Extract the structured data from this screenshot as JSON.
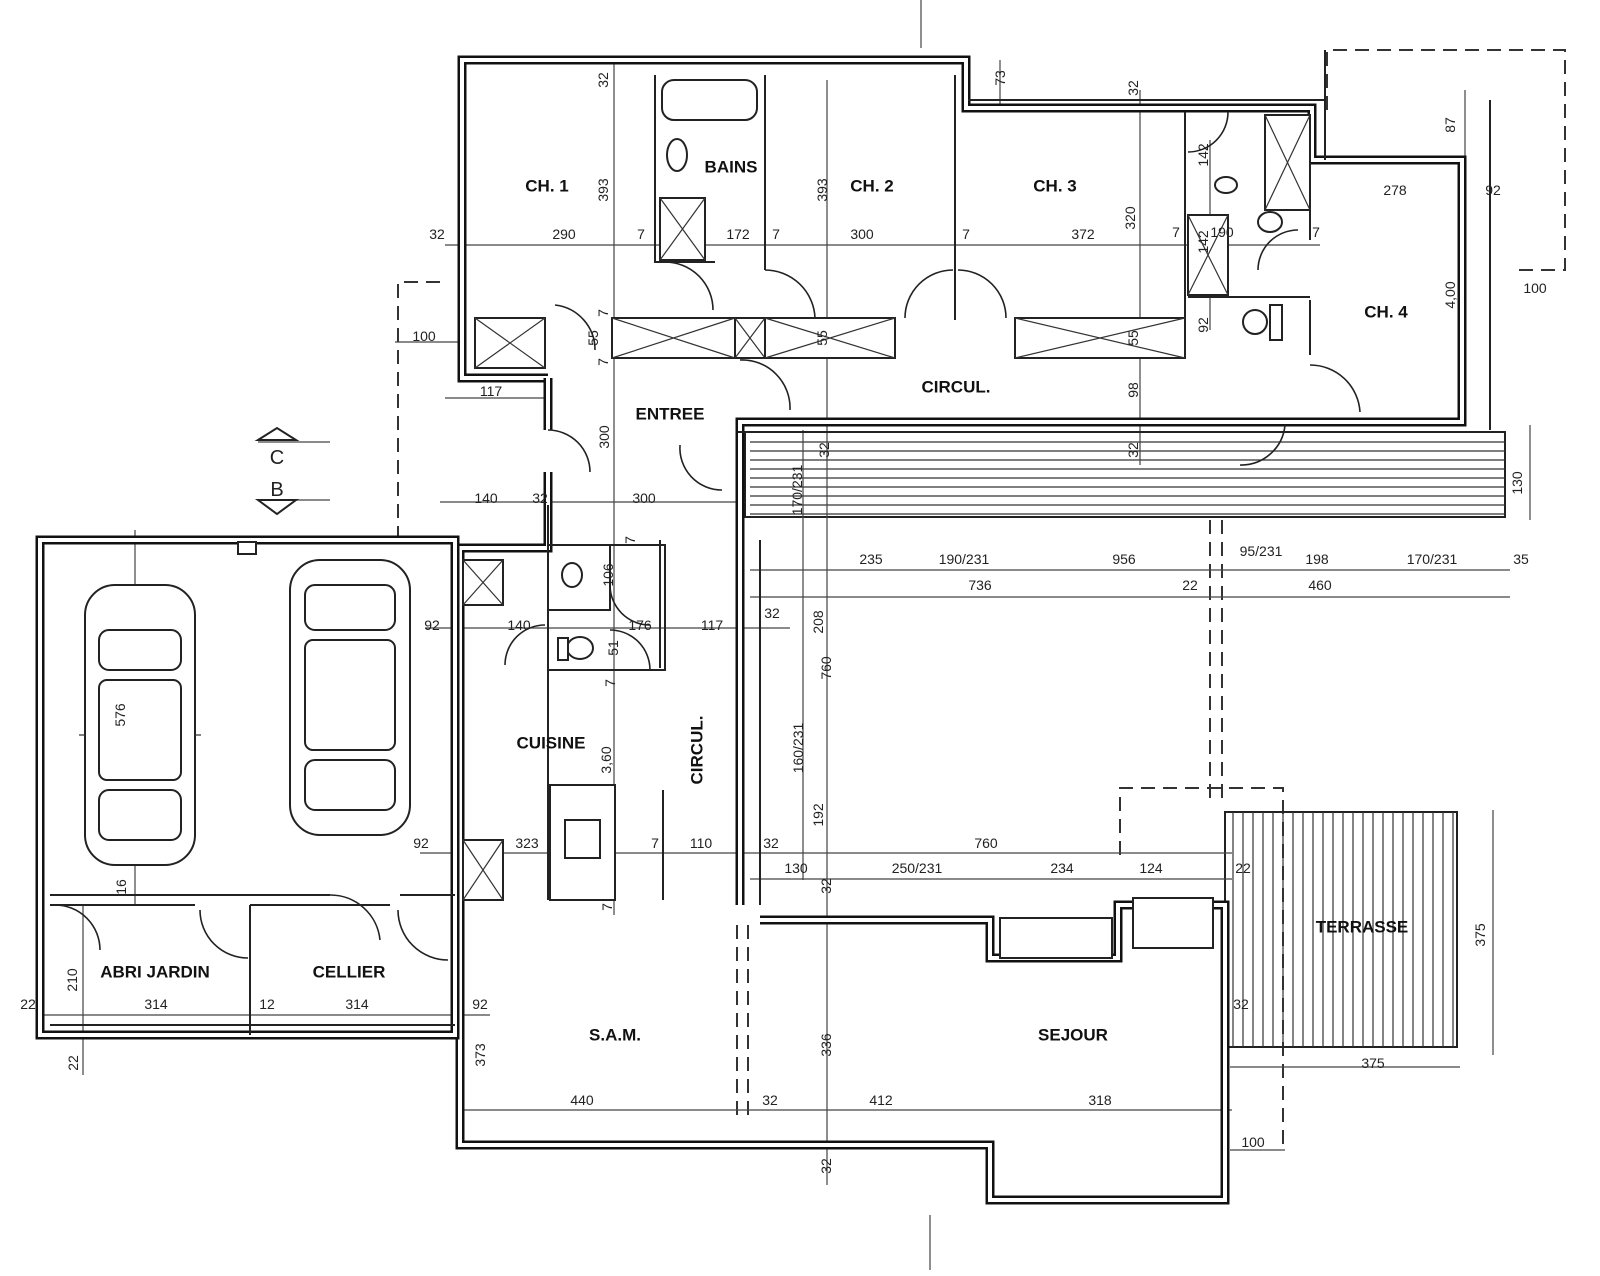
{
  "rooms": {
    "ch1": "CH. 1",
    "bains": "BAINS",
    "ch2": "CH. 2",
    "ch3": "CH. 3",
    "ch4": "CH. 4",
    "entree": "ENTREE",
    "circul_north": "CIRCUL.",
    "cuisine": "CUISINE",
    "circul_center": "CIRCUL.",
    "abri_jardin": "ABRI JARDIN",
    "cellier": "CELLIER",
    "sam": "S.A.M.",
    "sejour": "SEJOUR",
    "terrasse": "TERRASSE"
  },
  "section_markers": {
    "c": "C",
    "b": "B"
  },
  "dimensions": [
    "32",
    "393",
    "393",
    "32",
    "290",
    "7",
    "172",
    "7",
    "300",
    "7",
    "372",
    "320",
    "7",
    "190",
    "7",
    "142",
    "142",
    "73",
    "32",
    "87",
    "278",
    "92",
    "4,00",
    "100",
    "92",
    "55",
    "98",
    "32",
    "130",
    "55",
    "55",
    "100",
    "117",
    "300",
    "32",
    "170/231",
    "140",
    "32",
    "300",
    "106",
    "92",
    "140",
    "176",
    "117",
    "32",
    "51",
    "208",
    "760",
    "160/231",
    "192",
    "3,60",
    "92",
    "323",
    "7",
    "110",
    "32",
    "760",
    "130",
    "250/231",
    "234",
    "124",
    "22",
    "32",
    "235",
    "190/231",
    "956",
    "95/231",
    "198",
    "170/231",
    "35",
    "736",
    "22",
    "460",
    "576",
    "16",
    "210",
    "22",
    "314",
    "12",
    "314",
    "92",
    "22",
    "373",
    "336",
    "32",
    "375",
    "375",
    "440",
    "32",
    "412",
    "318",
    "100",
    "32",
    "7",
    "7",
    "7",
    "7",
    "7"
  ]
}
